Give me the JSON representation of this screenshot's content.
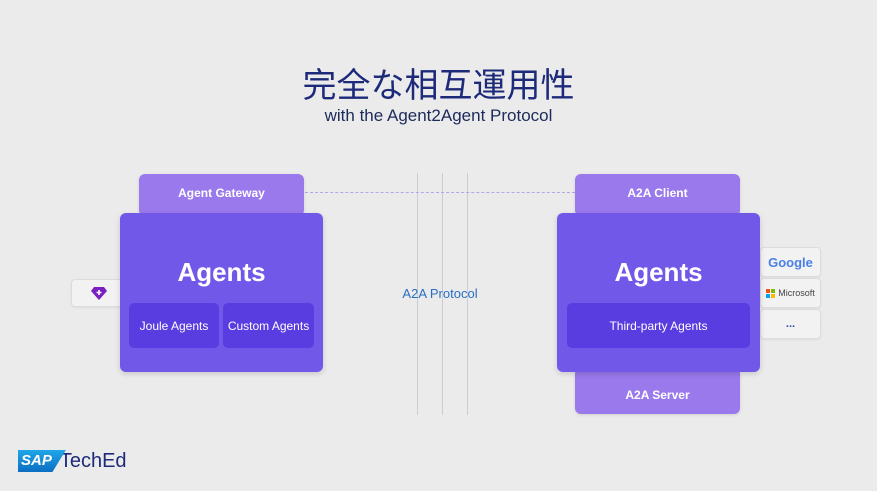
{
  "title": "完全な相互運用性",
  "subtitle": "with the Agent2Agent Protocol",
  "protocol_label": "A2A Protocol",
  "left": {
    "tab": "Agent Gateway",
    "heading": "Agents",
    "items": [
      "Joule Agents",
      "Custom Agents"
    ],
    "icon": "joule-diamond-icon"
  },
  "right": {
    "top_tab": "A2A Client",
    "heading": "Agents",
    "items": [
      "Third-party Agents"
    ],
    "bottom_tab": "A2A Server",
    "partners": [
      "Google",
      "Microsoft",
      "..."
    ]
  },
  "footer": {
    "logo_sap": "SAP",
    "logo_text": "TechEd"
  },
  "colors": {
    "purple": "#7258e8",
    "tab": "#9a79ec",
    "inner": "#5a3de0",
    "title": "#1d2a7a"
  }
}
